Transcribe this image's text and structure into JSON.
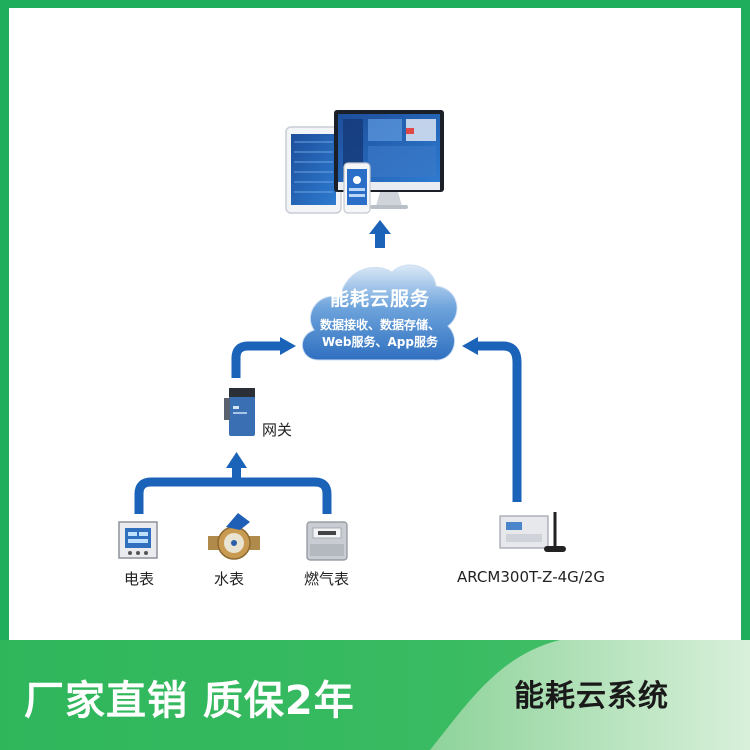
{
  "cloud": {
    "title": "能耗云服务",
    "line1": "数据接收、数据存储、",
    "line2": "Web服务、App服务"
  },
  "devices": {
    "gateway": "网关",
    "electric_meter": "电表",
    "water_meter": "水表",
    "gas_meter": "燃气表",
    "wireless_meter": "ARCM300T-Z-4G/2G"
  },
  "banner": {
    "left_text": "厂家直销  质保2年",
    "right_text": "能耗云系统"
  },
  "colors": {
    "arrow": "#1b63b8",
    "frame": "#1fae5b",
    "banner_green": "#2eb85c",
    "banner_light": "#8ed39a"
  }
}
